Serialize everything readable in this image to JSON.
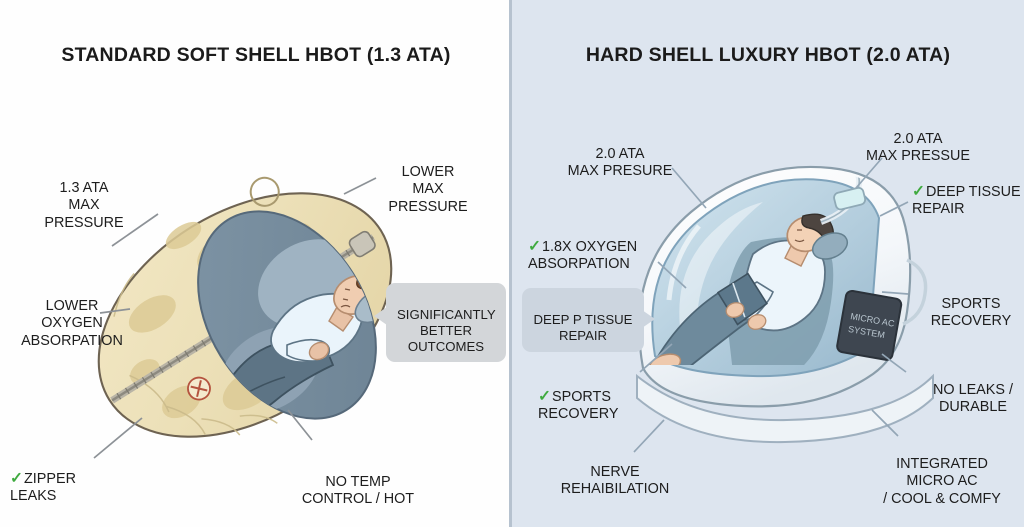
{
  "background": {
    "left_panel_color": "#fefefe",
    "right_panel_color": "#dde5ef",
    "divider_color": "#b6c2cf",
    "check_color": "#3faa3f",
    "badge_color": "#d3d6d9"
  },
  "left_panel": {
    "title": "STANDARD SOFT SHELL HBOT (1.3 ATA)",
    "illustration_name": "soft-shell-chamber-illustration",
    "labels": [
      {
        "id": "pressure",
        "text": "1.3 ATA\nMAX\nPRESSURE",
        "check": false
      },
      {
        "id": "oxygen",
        "text": "LOWER\nOXYGEN\nABSORPATION",
        "check": false
      },
      {
        "id": "max-pressure",
        "text": "LOWER\nMAX\nPRESSURE",
        "check": false
      },
      {
        "id": "zipper",
        "text": "ZIPPER\nLEAKS",
        "check": true
      },
      {
        "id": "temp",
        "text": "NO TEMP\nCONTROL / HOT",
        "check": false
      }
    ],
    "badge": {
      "text": "SIGNIFICANTLY\nBETTER\nOUTCOMES"
    }
  },
  "right_panel": {
    "title": "HARD SHELL LUXURY HBOT (2.0 ATA)",
    "illustration_name": "hard-shell-chamber-illustration",
    "labels": [
      {
        "id": "pressure-left",
        "text": "2.0 ATA\nMAX PRESURE",
        "check": false
      },
      {
        "id": "pressure-right",
        "text": "2.0 ATA\nMAX PRESSUE",
        "check": false
      },
      {
        "id": "deep-tissue",
        "text": "DEEP TISSUE\nREPAIR",
        "check": true
      },
      {
        "id": "oxygen",
        "text": "1.8X OXYGEN\nABSORPATION",
        "check": true
      },
      {
        "id": "sports-left",
        "text": "SPORTS\nRECOVERY",
        "check": true
      },
      {
        "id": "sports-right",
        "text": "SPORTS\nRECOVERY",
        "check": false
      },
      {
        "id": "no-leaks",
        "text": "NO LEAKS /\nDURABLE",
        "check": false
      },
      {
        "id": "nerve",
        "text": "NERVE\nREHAIBILATION",
        "check": false
      },
      {
        "id": "micro-ac",
        "text": "INTEGRATED\nMICRO AC\n/ COOL & COMFY",
        "check": false
      }
    ],
    "badge": {
      "text": "DEEP  P TISSUE\nREPAIR"
    },
    "device_screen_text": "MICRO AC\nSYSTEM"
  }
}
